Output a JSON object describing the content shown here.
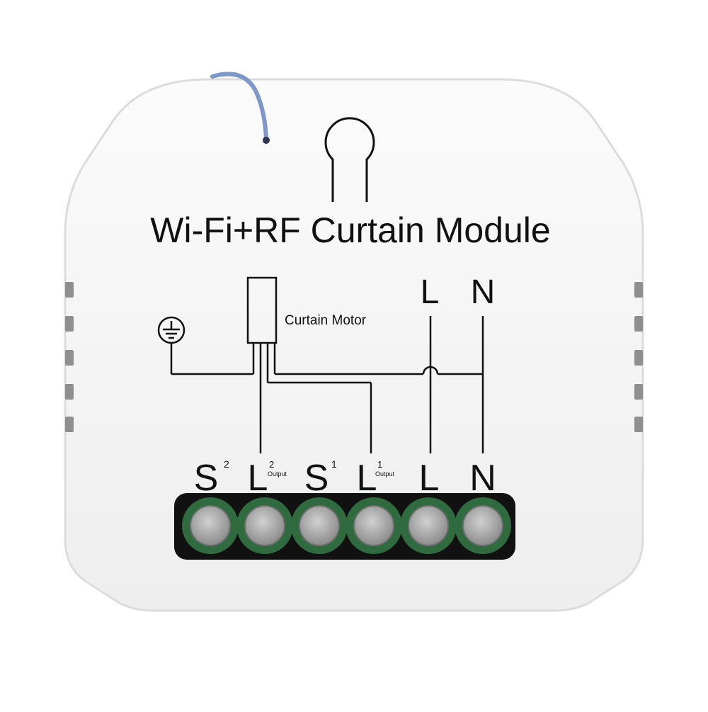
{
  "product": {
    "title": "Wi-Fi+RF Curtain Module",
    "diagram_label": "Curtain Motor",
    "top_terminals": [
      {
        "letter": "L"
      },
      {
        "letter": "N"
      }
    ],
    "terminals": [
      {
        "letter": "S",
        "superscript": "2",
        "sublabel": ""
      },
      {
        "letter": "L",
        "superscript": "2",
        "sublabel": "Output"
      },
      {
        "letter": "S",
        "superscript": "1",
        "sublabel": ""
      },
      {
        "letter": "L",
        "superscript": "1",
        "sublabel": "Output"
      },
      {
        "letter": "L",
        "superscript": "",
        "sublabel": ""
      },
      {
        "letter": "N",
        "superscript": "",
        "sublabel": ""
      }
    ]
  },
  "colors": {
    "body": "#f4f4f4",
    "body_edge": "#d9d9d9",
    "terminal_block": "#2f6b3f",
    "terminal_block_dark": "#111111",
    "screw": "#a9a9a9",
    "wire": "#7d97c8",
    "ink": "#111111"
  },
  "icons": [
    "ground-icon",
    "antenna-icon"
  ]
}
